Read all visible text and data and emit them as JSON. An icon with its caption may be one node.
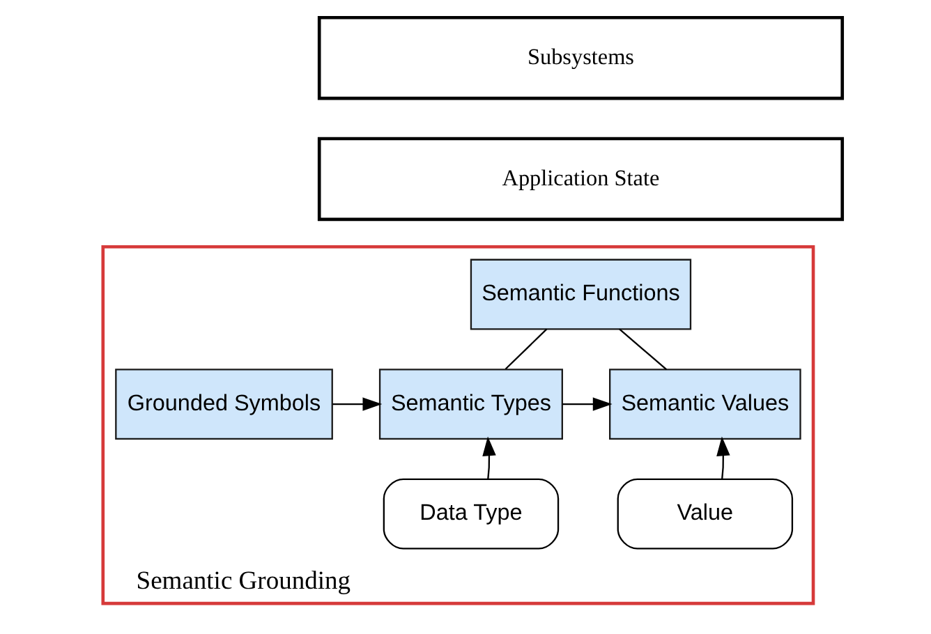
{
  "diagram": {
    "nodes": [
      {
        "text": [
          "Subsystems"
        ]
      },
      {
        "text": [
          "Application State"
        ]
      },
      {
        "text": [
          "Semantic Grounding"
        ]
      },
      {
        "text": [
          "Semantic Functions"
        ],
        "in": 2
      },
      {
        "text": [
          "Grounded Symbols"
        ],
        "in": 2
      },
      {
        "text": [
          "Semantic Types"
        ],
        "in": 2
      },
      {
        "text": [
          "Semantic Values"
        ],
        "in": 2
      },
      {
        "text": [
          "Data Type"
        ],
        "in": 2
      },
      {
        "text": [
          "Value"
        ],
        "in": 2
      }
    ],
    "edges": [
      {
        "from": 4,
        "to": 5,
        "arrow": "to"
      },
      {
        "from": 5,
        "to": 6,
        "arrow": "to"
      },
      {
        "from": 3,
        "to": 5,
        "arrow": "none"
      },
      {
        "from": 3,
        "to": 6,
        "arrow": "none"
      },
      {
        "from": 7,
        "to": 5,
        "arrow": "to"
      },
      {
        "from": 8,
        "to": 6,
        "arrow": "to"
      }
    ]
  }
}
